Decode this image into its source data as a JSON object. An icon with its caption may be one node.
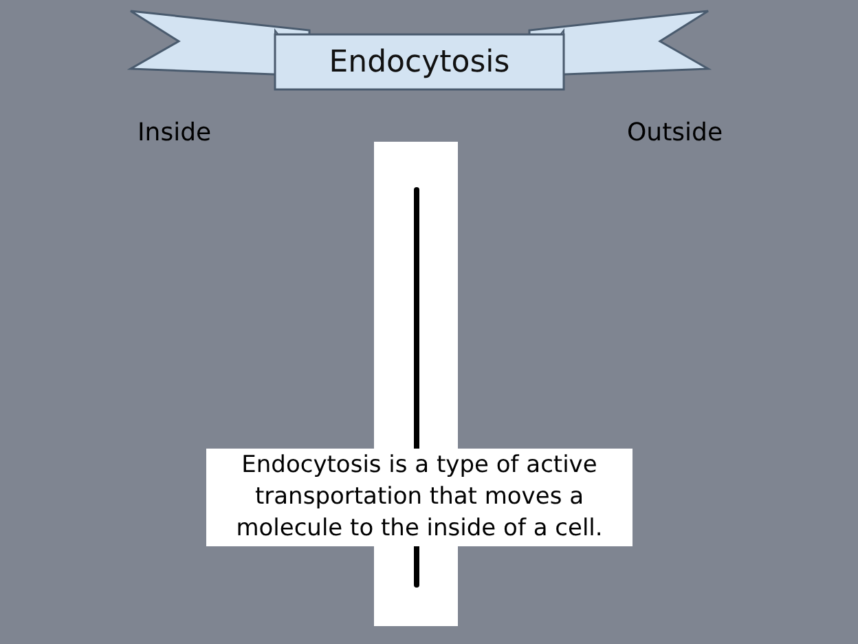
{
  "diagram": {
    "title": "Endocytosis",
    "labels": [
      "Inside",
      "Outside",
      "Endocytosis is a type of active transportation that moves a molecule to the inside of a cell."
    ]
  }
}
